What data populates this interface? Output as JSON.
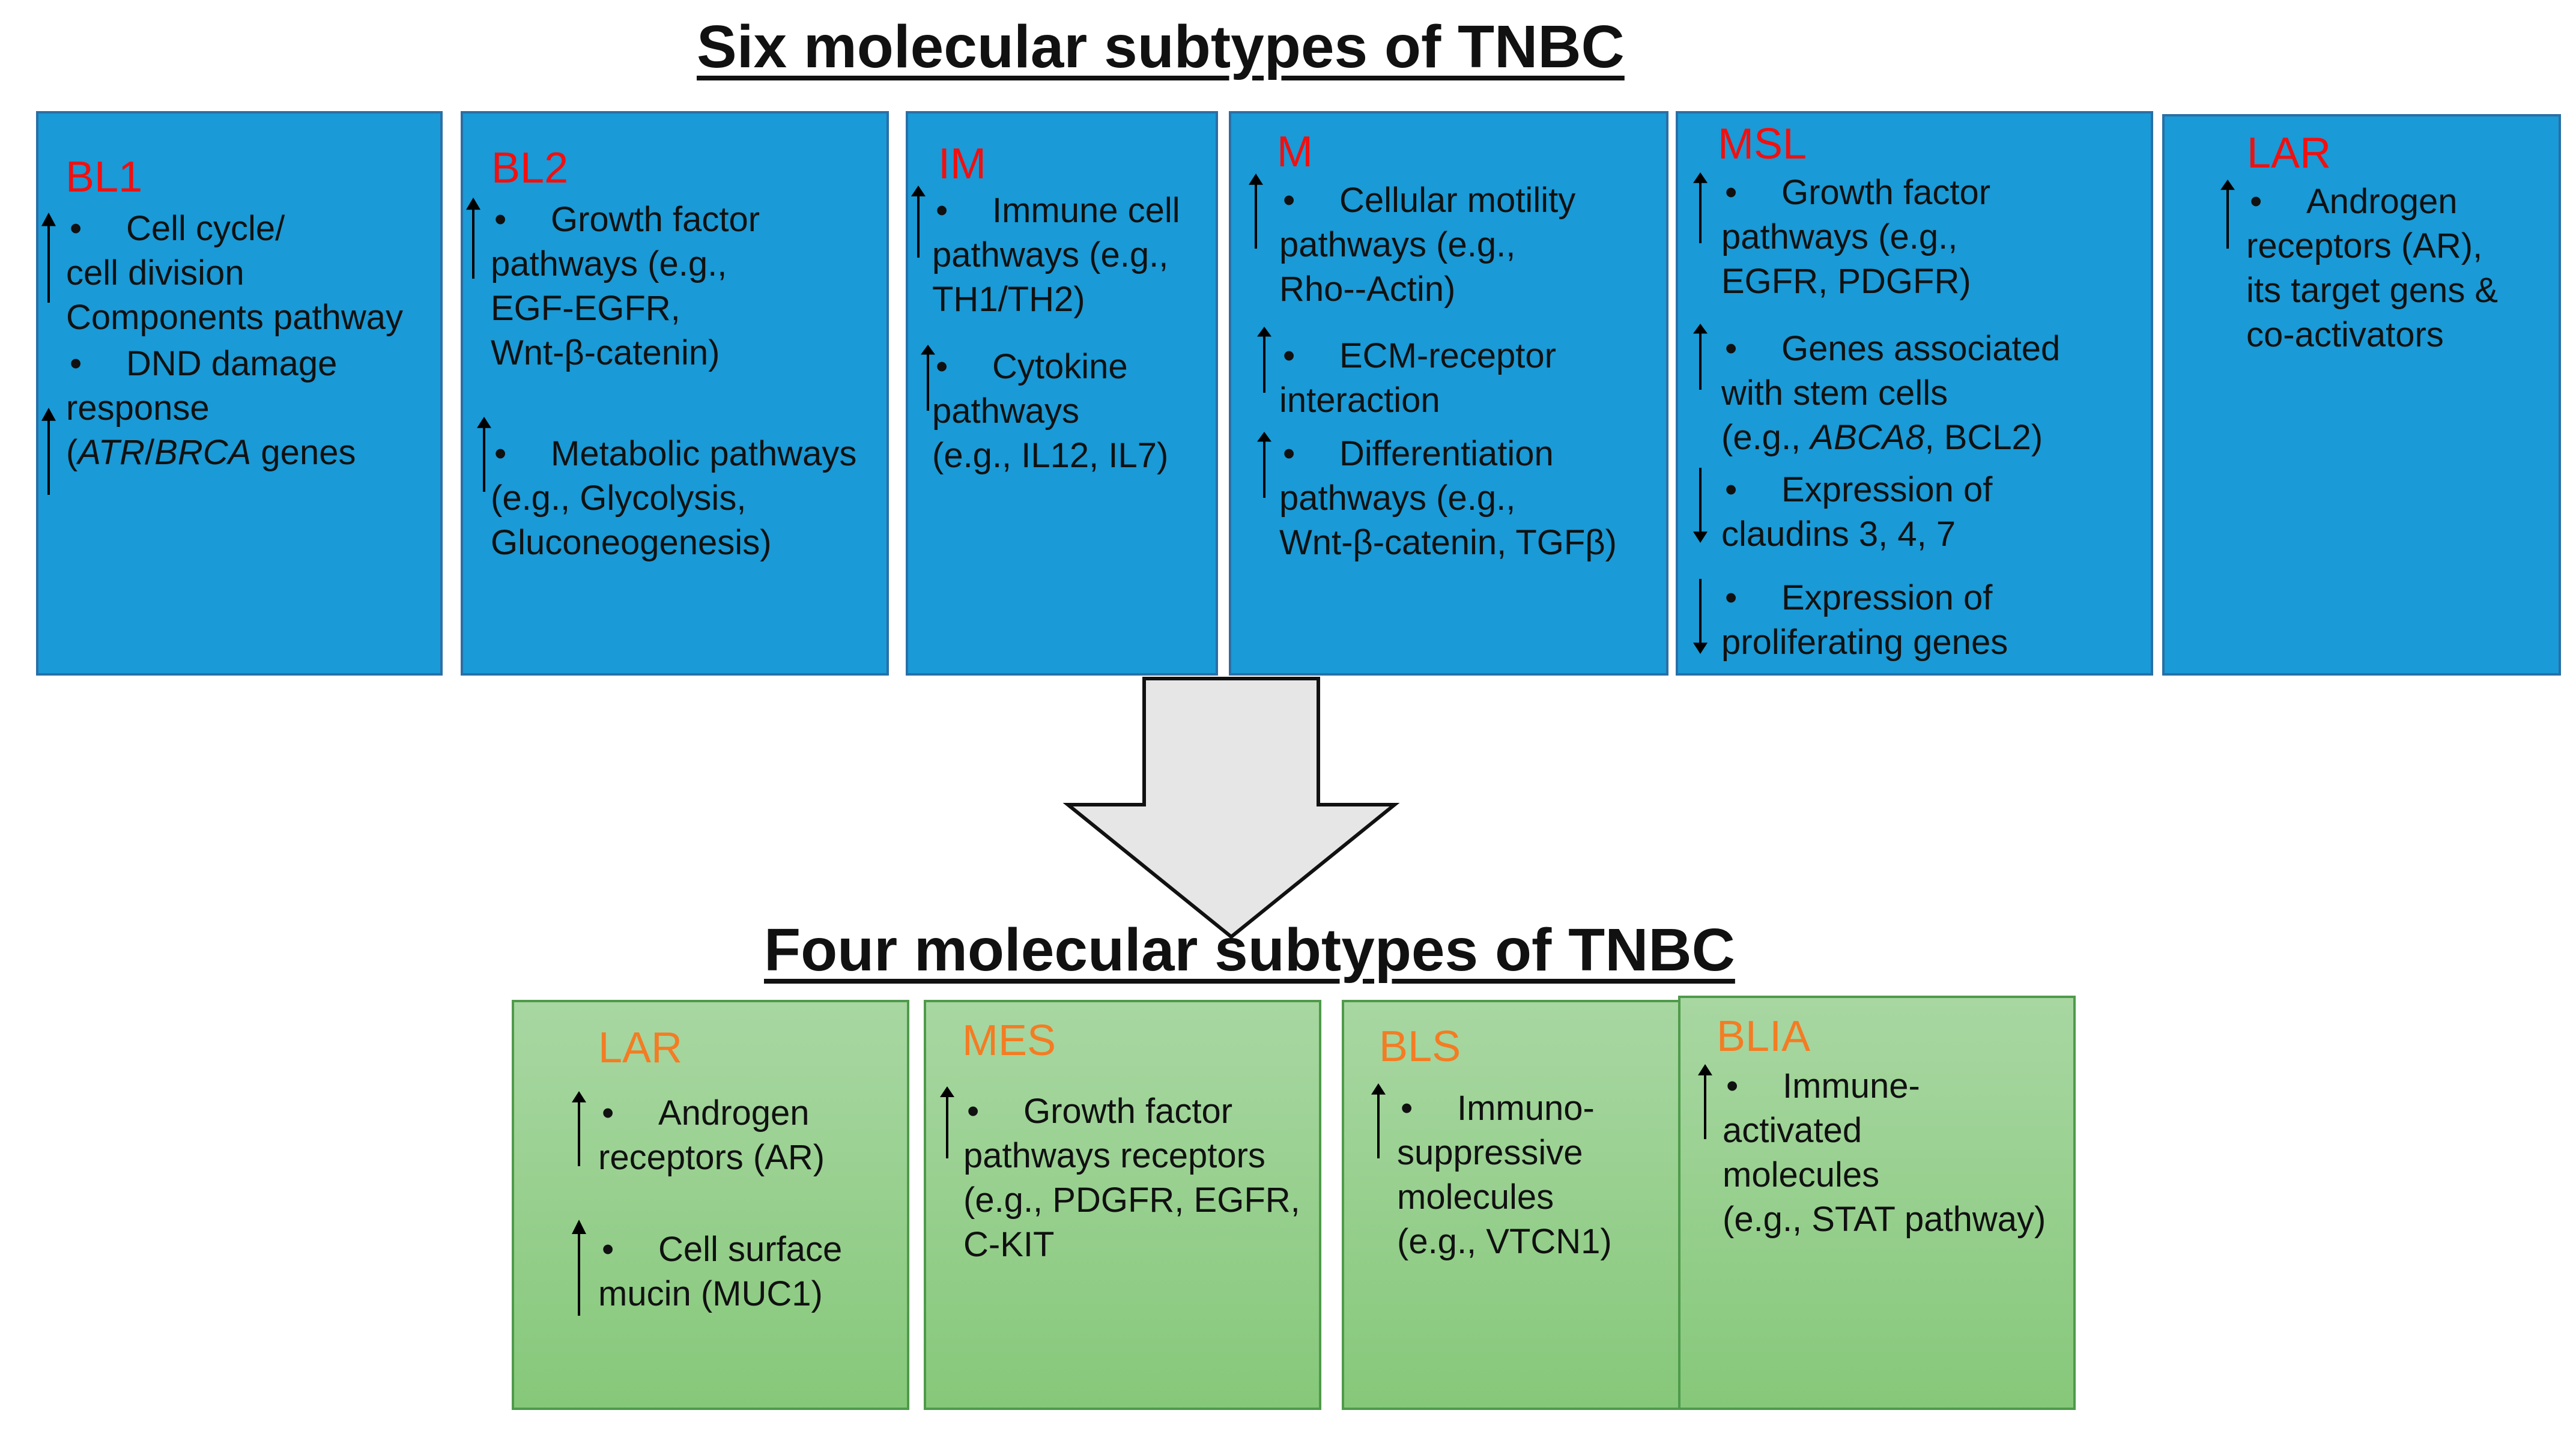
{
  "titles": {
    "six": "Six molecular subtypes of TNBC",
    "four": "Four molecular subtypes of TNBC"
  },
  "bullet": "•",
  "six_subtypes": {
    "bl1": {
      "name": "BL1",
      "items": {
        "i1": [
          "Cell cycle/",
          "cell division",
          "Components pathway"
        ],
        "i2": [
          "DND damage",
          "response"
        ],
        "i2_last": {
          "open": "(",
          "atr": "ATR",
          "slash": "/",
          "brca": "BRCA",
          "rest": " genes"
        }
      }
    },
    "bl2": {
      "name": "BL2",
      "items": {
        "i1": [
          "Growth factor",
          "pathways (e.g.,",
          "EGF-EGFR,",
          "Wnt-β-catenin)"
        ],
        "i2": [
          "Metabolic pathways",
          "(e.g., Glycolysis,",
          "Gluconeogenesis)"
        ]
      }
    },
    "im": {
      "name": "IM",
      "items": {
        "i1": [
          "Immune cell",
          "pathways (e.g.,",
          "TH1/TH2)"
        ],
        "i2": [
          "Cytokine",
          "pathways",
          "(e.g., IL12, IL7)"
        ]
      }
    },
    "m": {
      "name": "M",
      "items": {
        "i1": [
          "Cellular motility",
          "pathways (e.g.,",
          "Rho--Actin)"
        ],
        "i2": [
          "ECM-receptor",
          "interaction"
        ],
        "i3": [
          "Differentiation",
          "pathways  (e.g.,",
          "Wnt-β-catenin, TGFβ)"
        ]
      }
    },
    "msl": {
      "name": "MSL",
      "items": {
        "i1": [
          "Growth factor",
          "pathways (e.g.,",
          "EGFR, PDGFR)"
        ],
        "i2": [
          "Genes associated",
          "with stem cells"
        ],
        "i2_last": {
          "open": "(e.g., ",
          "abca": "ABCA8",
          "rest": ", BCL2)"
        },
        "i3": [
          "Expression of",
          "claudins 3, 4, 7"
        ],
        "i4": [
          "Expression of",
          "proliferating genes"
        ]
      }
    },
    "lar": {
      "name": "LAR",
      "items": {
        "i1": [
          "Androgen",
          "receptors (AR),",
          "its target gens &",
          "co-activators"
        ]
      }
    }
  },
  "four_subtypes": {
    "lar": {
      "name": "LAR",
      "items": {
        "i1": [
          "Androgen",
          "receptors (AR)"
        ],
        "i2": [
          "Cell surface",
          "mucin (MUC1)"
        ]
      }
    },
    "mes": {
      "name": "MES",
      "items": {
        "i1": [
          "Growth factor",
          "pathways receptors",
          "(e.g., PDGFR, EGFR,",
          "C-KIT"
        ]
      }
    },
    "bls": {
      "name": "BLS",
      "items": {
        "i1": [
          "Immuno-",
          "suppressive",
          "molecules",
          "(e.g., VTCN1)"
        ]
      }
    },
    "blia": {
      "name": "BLIA",
      "items": {
        "i1": [
          "Immune-",
          "activated",
          "molecules",
          "(e.g., STAT pathway)"
        ]
      }
    }
  },
  "colors": {
    "six_box_fill": "#1a9ad6",
    "six_title": "#f01010",
    "four_box_fill": "#97cf8c",
    "four_title": "#f47c23",
    "big_arrow_fill": "#e6e6e6"
  },
  "icons": {
    "up": "up-arrow-icon",
    "down": "down-arrow-icon",
    "big": "down-block-arrow-icon"
  }
}
